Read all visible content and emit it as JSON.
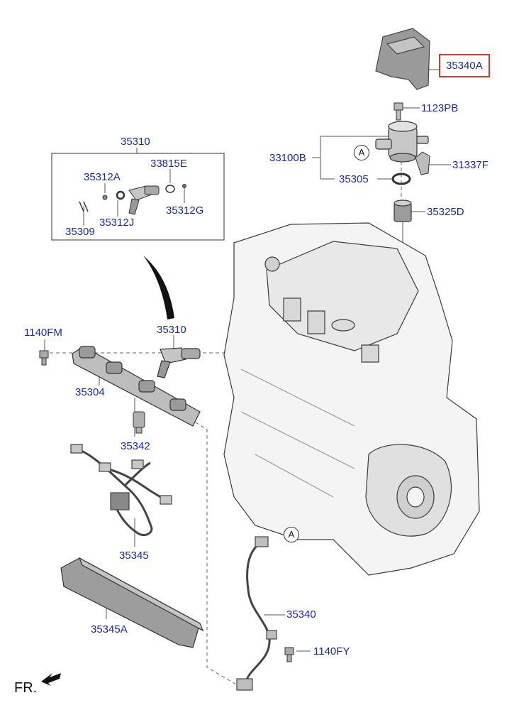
{
  "diagram": {
    "parts": {
      "p35340A": "35340A",
      "p1123PB": "1123PB",
      "p35310_box": "35310",
      "p33100B": "33100B",
      "p31337F": "31337F",
      "p35305": "35305",
      "p35325D": "35325D",
      "p35312A": "35312A",
      "p33815E": "33815E",
      "p35312G": "35312G",
      "p35312J": "35312J",
      "p35309": "35309",
      "p1140FM": "1140FM",
      "p35310": "35310",
      "p35304": "35304",
      "p35342": "35342",
      "p35345": "35345",
      "p35340": "35340",
      "p1140FY": "1140FY",
      "p35345A": "35345A"
    },
    "ref_marker": "A",
    "front_indicator": "FR.",
    "highlight_color": "#d23a2a",
    "label_color": "#1a2a9a"
  }
}
